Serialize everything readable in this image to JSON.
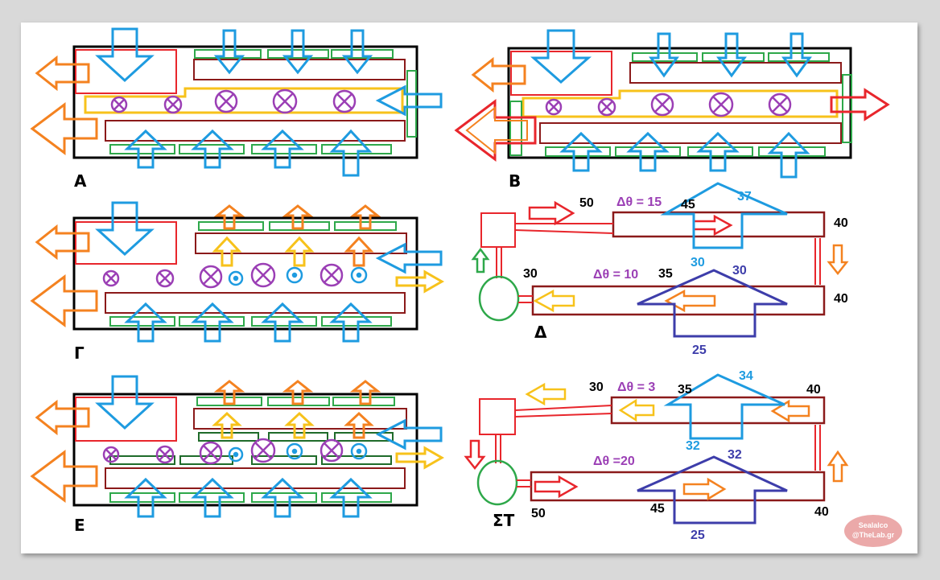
{
  "panels": {
    "A": {
      "label": "Α"
    },
    "B": {
      "label": "Β"
    },
    "G": {
      "label": "Γ"
    },
    "D": {
      "label": "Δ",
      "upper_dt": "Δθ = 15",
      "lower_dt": "Δθ = 10",
      "t_pipe_top": "50",
      "t_upper_left": "45",
      "t_upper_right": "40",
      "t_air_out_top": "37",
      "t_air_in_upper": "30",
      "t_lower_right": "40",
      "t_lower_left": "35",
      "t_pump": "30",
      "t_air_out_lower": "30",
      "t_air_in_lower": "25"
    },
    "E": {
      "label": "Ε"
    },
    "ST": {
      "label": "ΣΤ",
      "upper_dt": "Δθ = 3",
      "lower_dt": "Δθ =20",
      "t_pipe_top": "30",
      "t_upper_left": "35",
      "t_upper_right": "40",
      "t_air_out_top": "34",
      "t_air_in_upper": "32",
      "t_air_out_lower": "32",
      "t_lower_left": "45",
      "t_lower_right": "40",
      "t_pump": "50",
      "t_air_in_lower": "25"
    }
  },
  "watermark": {
    "line1": "Sealalco",
    "line2": "@TheLab.gr"
  },
  "colors": {
    "blue": "#1e9be0",
    "orange": "#f48220",
    "red": "#e8262c",
    "darkred": "#8b1a1a",
    "green": "#2ea84a",
    "darkgreen": "#1f6b2a",
    "yellow": "#f7c21b",
    "purple": "#9b3fb5",
    "navy": "#3d3daa",
    "teal": "#1e9be0"
  }
}
